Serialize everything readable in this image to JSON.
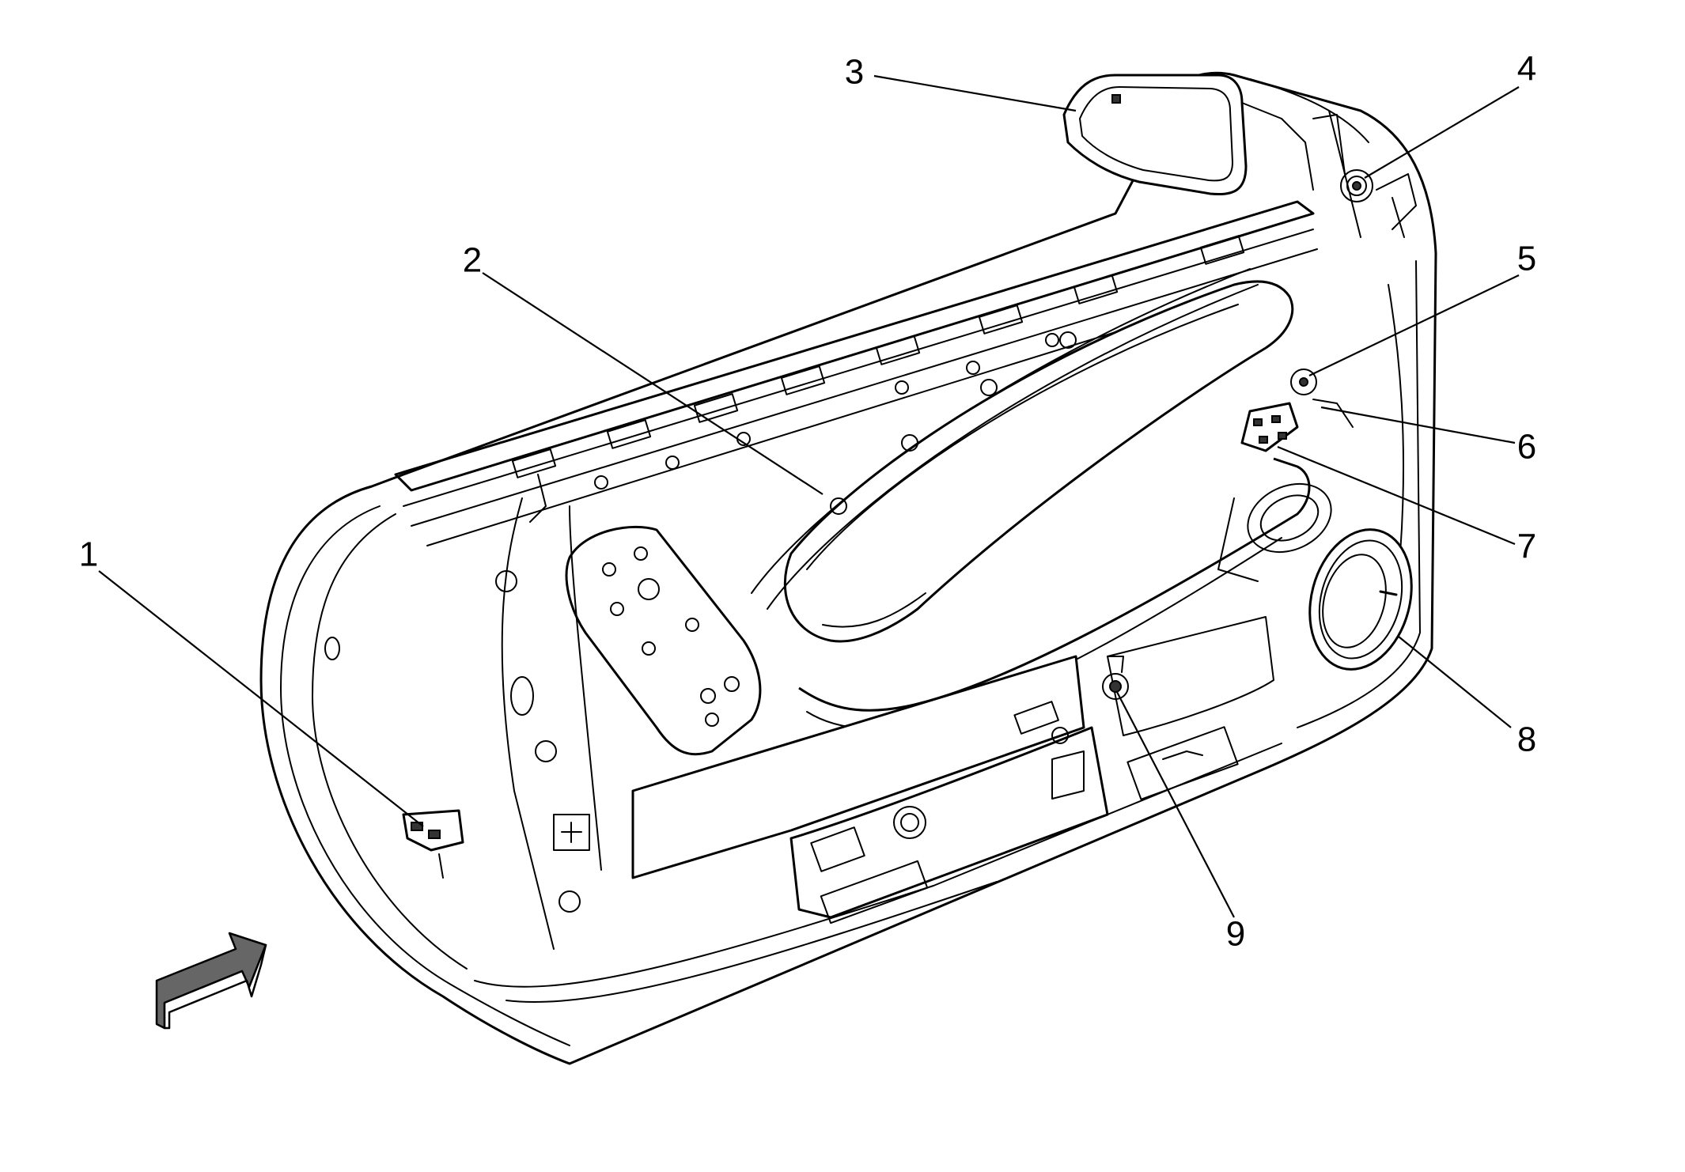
{
  "callouts": [
    {
      "id": "1",
      "label": "1"
    },
    {
      "id": "2",
      "label": "2"
    },
    {
      "id": "3",
      "label": "3"
    },
    {
      "id": "4",
      "label": "4"
    },
    {
      "id": "5",
      "label": "5"
    },
    {
      "id": "6",
      "label": "6"
    },
    {
      "id": "7",
      "label": "7"
    },
    {
      "id": "8",
      "label": "8"
    },
    {
      "id": "9",
      "label": "9"
    }
  ],
  "icons": {
    "view_direction": "view-direction-arrow-icon"
  }
}
